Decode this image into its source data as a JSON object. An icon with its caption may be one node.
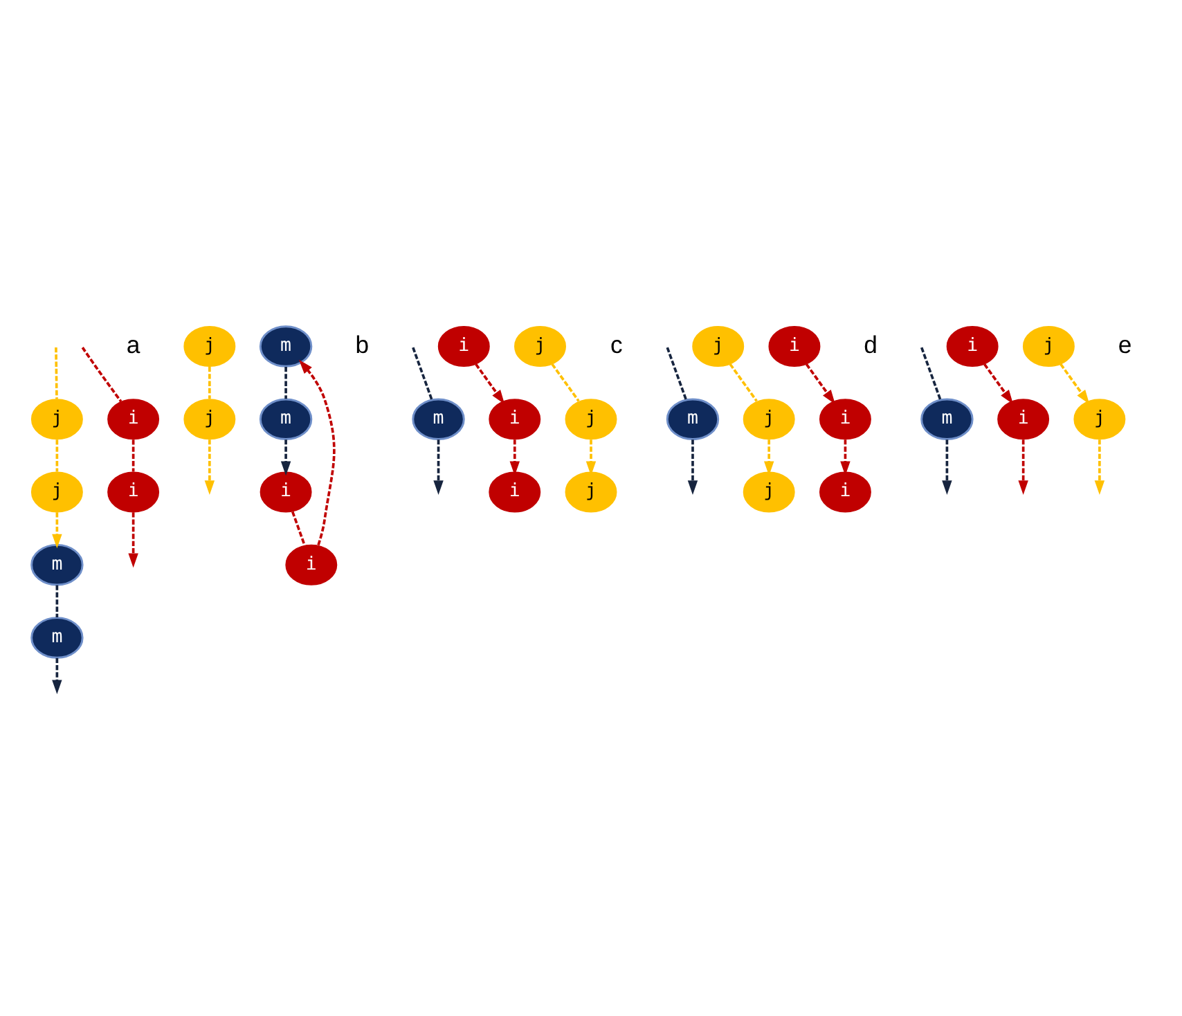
{
  "diagram": {
    "nodes": [
      {
        "text": [
          "m"
        ]
      },
      {
        "text": [
          "i"
        ]
      },
      {
        "text": [
          "m"
        ]
      },
      {
        "text": [
          "j"
        ]
      },
      {
        "text": [
          "i"
        ]
      },
      {
        "text": [
          "j"
        ]
      },
      {
        "text": [
          "m"
        ]
      },
      {
        "text": [
          "m"
        ]
      },
      {
        "text": [
          "i"
        ]
      },
      {
        "text": [
          "j"
        ]
      },
      {
        "text": [
          "i"
        ]
      },
      {
        "text": [
          "j"
        ]
      },
      {
        "text": [
          "i"
        ]
      },
      {
        "text": [
          "j"
        ]
      },
      {
        "text": [
          "m"
        ]
      },
      {
        "text": [
          "i"
        ]
      },
      {
        "text": [
          "j"
        ]
      },
      {
        "text": [
          "j"
        ]
      },
      {
        "text": [
          "i"
        ]
      },
      {
        "text": [
          "i"
        ]
      },
      {
        "text": [
          "j"
        ]
      },
      {
        "text": [
          "m"
        ]
      },
      {
        "text": [
          "j"
        ]
      },
      {
        "text": [
          "i"
        ]
      },
      {
        "text": [
          "i"
        ]
      },
      {
        "text": [
          "j"
        ]
      },
      {
        "text": [
          "j"
        ]
      },
      {
        "text": [
          "m"
        ]
      },
      {
        "text": [
          "i"
        ]
      },
      {
        "text": [
          "j"
        ]
      },
      {
        "text": [
          "i"
        ]
      }
    ],
    "edges": [
      {
        "from": null,
        "to": 4,
        "arrow": "none",
        "style": "dashed",
        "color": "#c00000"
      },
      {
        "from": 4,
        "to": 1,
        "arrow": "none",
        "style": "dashed",
        "color": "#c00000"
      },
      {
        "from": 1,
        "to": null,
        "arrow": "to",
        "style": "dashed",
        "color": "#c00000"
      },
      {
        "from": null,
        "to": 5,
        "arrow": "none",
        "style": "dashed",
        "color": "#ffc000"
      },
      {
        "from": 5,
        "to": 3,
        "arrow": "none",
        "style": "dashed",
        "color": "#ffc000"
      },
      {
        "from": 3,
        "to": 0,
        "arrow": "to",
        "style": "dashed",
        "color": "#ffc000"
      },
      {
        "from": 0,
        "to": 2,
        "arrow": "none",
        "style": "dashed",
        "color": "#17253f"
      },
      {
        "from": 2,
        "to": null,
        "arrow": "to",
        "style": "dashed",
        "color": "#17253f"
      },
      {
        "from": 6,
        "to": 7,
        "arrow": "none",
        "style": "dashed",
        "color": "#17253f"
      },
      {
        "from": 7,
        "to": 10,
        "arrow": "to",
        "style": "dashed",
        "color": "#17253f"
      },
      {
        "from": 10,
        "to": 8,
        "arrow": "none",
        "style": "dashed",
        "color": "#c00000"
      },
      {
        "from": 8,
        "to": 6,
        "arrow": "to",
        "style": "dashed",
        "color": "#c00000"
      },
      {
        "from": 11,
        "to": 9,
        "arrow": "none",
        "style": "dashed",
        "color": "#ffc000"
      },
      {
        "from": 9,
        "to": null,
        "arrow": "to",
        "style": "dashed",
        "color": "#ffc000"
      },
      {
        "from": null,
        "to": 14,
        "arrow": "none",
        "style": "dashed",
        "color": "#17253f"
      },
      {
        "from": 14,
        "to": null,
        "arrow": "to",
        "style": "dashed",
        "color": "#17253f"
      },
      {
        "from": 17,
        "to": 16,
        "arrow": "none",
        "style": "dashed",
        "color": "#ffc000"
      },
      {
        "from": 16,
        "to": 13,
        "arrow": "to",
        "style": "dashed",
        "color": "#ffc000"
      },
      {
        "from": 18,
        "to": 15,
        "arrow": "to",
        "style": "dashed",
        "color": "#c00000"
      },
      {
        "from": 15,
        "to": 12,
        "arrow": "to",
        "style": "dashed",
        "color": "#c00000"
      },
      {
        "from": null,
        "to": 21,
        "arrow": "none",
        "style": "dashed",
        "color": "#17253f"
      },
      {
        "from": 21,
        "to": null,
        "arrow": "to",
        "style": "dashed",
        "color": "#17253f"
      },
      {
        "from": 24,
        "to": 23,
        "arrow": "to",
        "style": "dashed",
        "color": "#c00000"
      },
      {
        "from": 23,
        "to": 19,
        "arrow": "to",
        "style": "dashed",
        "color": "#c00000"
      },
      {
        "from": 25,
        "to": 22,
        "arrow": "none",
        "style": "dashed",
        "color": "#ffc000"
      },
      {
        "from": 22,
        "to": 20,
        "arrow": "to",
        "style": "dashed",
        "color": "#ffc000"
      },
      {
        "from": 29,
        "to": 26,
        "arrow": "to",
        "style": "dashed",
        "color": "#ffc000"
      },
      {
        "from": 26,
        "to": null,
        "arrow": "to",
        "style": "dashed",
        "color": "#ffc000"
      },
      {
        "from": null,
        "to": 27,
        "arrow": "none",
        "style": "dashed",
        "color": "#17253f"
      },
      {
        "from": 27,
        "to": null,
        "arrow": "to",
        "style": "dashed",
        "color": "#17253f"
      },
      {
        "from": 30,
        "to": 28,
        "arrow": "to",
        "style": "dashed",
        "color": "#c00000"
      },
      {
        "from": 28,
        "to": null,
        "arrow": "to",
        "style": "dashed",
        "color": "#c00000"
      }
    ],
    "labels": [
      "a",
      "b",
      "c",
      "d",
      "e"
    ]
  }
}
